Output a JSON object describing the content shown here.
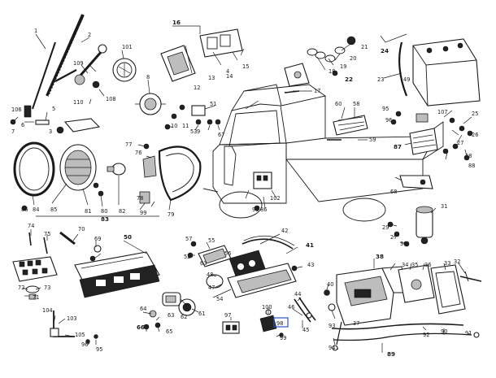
{
  "diagram": {
    "labels": [
      {
        "id": "1",
        "t": "1"
      },
      {
        "id": "2",
        "t": "2"
      },
      {
        "id": "3",
        "t": "3"
      },
      {
        "id": "4",
        "t": "4"
      },
      {
        "id": "5",
        "t": "5"
      },
      {
        "id": "6",
        "t": "6"
      },
      {
        "id": "7",
        "t": "7"
      },
      {
        "id": "8",
        "t": "8"
      },
      {
        "id": "9",
        "t": "9"
      },
      {
        "id": "10",
        "t": "10"
      },
      {
        "id": "11",
        "t": "11"
      },
      {
        "id": "12",
        "t": "12"
      },
      {
        "id": "13",
        "t": "13"
      },
      {
        "id": "14",
        "t": "14"
      },
      {
        "id": "15",
        "t": "15"
      },
      {
        "id": "16",
        "t": "16"
      },
      {
        "id": "17",
        "t": "17"
      },
      {
        "id": "18",
        "t": "18"
      },
      {
        "id": "19",
        "t": "19"
      },
      {
        "id": "20",
        "t": "20"
      },
      {
        "id": "21",
        "t": "21"
      },
      {
        "id": "22",
        "t": "22"
      },
      {
        "id": "23",
        "t": "23"
      },
      {
        "id": "24",
        "t": "24"
      },
      {
        "id": "25",
        "t": "25"
      },
      {
        "id": "26",
        "t": "26"
      },
      {
        "id": "27a",
        "t": "27"
      },
      {
        "id": "28",
        "t": "28"
      },
      {
        "id": "29",
        "t": "29"
      },
      {
        "id": "30",
        "t": "30"
      },
      {
        "id": "31",
        "t": "31"
      },
      {
        "id": "32",
        "t": "32"
      },
      {
        "id": "33",
        "t": "33"
      },
      {
        "id": "34",
        "t": "34"
      },
      {
        "id": "35",
        "t": "35"
      },
      {
        "id": "36",
        "t": "36"
      },
      {
        "id": "37",
        "t": "37"
      },
      {
        "id": "38",
        "t": "38"
      },
      {
        "id": "40",
        "t": "40"
      },
      {
        "id": "41",
        "t": "41"
      },
      {
        "id": "42",
        "t": "42"
      },
      {
        "id": "43",
        "t": "43"
      },
      {
        "id": "44",
        "t": "44"
      },
      {
        "id": "45",
        "t": "45"
      },
      {
        "id": "46",
        "t": "46"
      },
      {
        "id": "47",
        "t": "47"
      },
      {
        "id": "48",
        "t": "48"
      },
      {
        "id": "49",
        "t": "49"
      },
      {
        "id": "50",
        "t": "50"
      },
      {
        "id": "51",
        "t": "51"
      },
      {
        "id": "52",
        "t": "52"
      },
      {
        "id": "53",
        "t": "53"
      },
      {
        "id": "54",
        "t": "54"
      },
      {
        "id": "55",
        "t": "55"
      },
      {
        "id": "56",
        "t": "56"
      },
      {
        "id": "57",
        "t": "57"
      },
      {
        "id": "58",
        "t": "58"
      },
      {
        "id": "59",
        "t": "59"
      },
      {
        "id": "60",
        "t": "60"
      },
      {
        "id": "61",
        "t": "61"
      },
      {
        "id": "62",
        "t": "62"
      },
      {
        "id": "63",
        "t": "63"
      },
      {
        "id": "64",
        "t": "64"
      },
      {
        "id": "65",
        "t": "65"
      },
      {
        "id": "66",
        "t": "66"
      },
      {
        "id": "67",
        "t": "67"
      },
      {
        "id": "68",
        "t": "68"
      },
      {
        "id": "69",
        "t": "69"
      },
      {
        "id": "70",
        "t": "70"
      },
      {
        "id": "71",
        "t": "71"
      },
      {
        "id": "72",
        "t": "72"
      },
      {
        "id": "73",
        "t": "73"
      },
      {
        "id": "74",
        "t": "74"
      },
      {
        "id": "75",
        "t": "75"
      },
      {
        "id": "76",
        "t": "76"
      },
      {
        "id": "77",
        "t": "77"
      },
      {
        "id": "78",
        "t": "78"
      },
      {
        "id": "79",
        "t": "79"
      },
      {
        "id": "80",
        "t": "80"
      },
      {
        "id": "81",
        "t": "81"
      },
      {
        "id": "82",
        "t": "82"
      },
      {
        "id": "83",
        "t": "83"
      },
      {
        "id": "84",
        "t": "84"
      },
      {
        "id": "85",
        "t": "85"
      },
      {
        "id": "86a",
        "t": "86"
      },
      {
        "id": "86b",
        "t": "86"
      },
      {
        "id": "87",
        "t": "87"
      },
      {
        "id": "88",
        "t": "88"
      },
      {
        "id": "89",
        "t": "89"
      },
      {
        "id": "90",
        "t": "90"
      },
      {
        "id": "91",
        "t": "91"
      },
      {
        "id": "92",
        "t": "92"
      },
      {
        "id": "93a",
        "t": "93"
      },
      {
        "id": "93b",
        "t": "93"
      },
      {
        "id": "94",
        "t": "94"
      },
      {
        "id": "95a",
        "t": "95"
      },
      {
        "id": "95b",
        "t": "95"
      },
      {
        "id": "96a",
        "t": "96"
      },
      {
        "id": "96b",
        "t": "96"
      },
      {
        "id": "97",
        "t": "97"
      },
      {
        "id": "98",
        "t": "98"
      },
      {
        "id": "99a",
        "t": "99"
      },
      {
        "id": "99b",
        "t": "99"
      },
      {
        "id": "100",
        "t": "100"
      },
      {
        "id": "101",
        "t": "101"
      },
      {
        "id": "102",
        "t": "102"
      },
      {
        "id": "103",
        "t": "103"
      },
      {
        "id": "104",
        "t": "104"
      },
      {
        "id": "105",
        "t": "105"
      },
      {
        "id": "106",
        "t": "106"
      },
      {
        "id": "107",
        "t": "107"
      },
      {
        "id": "108",
        "t": "108"
      },
      {
        "id": "109",
        "t": "109"
      },
      {
        "id": "110",
        "t": "110"
      },
      {
        "id": "27b",
        "t": "27"
      },
      {
        "id": "63b",
        "t": "63"
      }
    ],
    "highlight_label": "98",
    "accent_color": "#2a4fd0",
    "line_color": "#1a1a1a"
  }
}
